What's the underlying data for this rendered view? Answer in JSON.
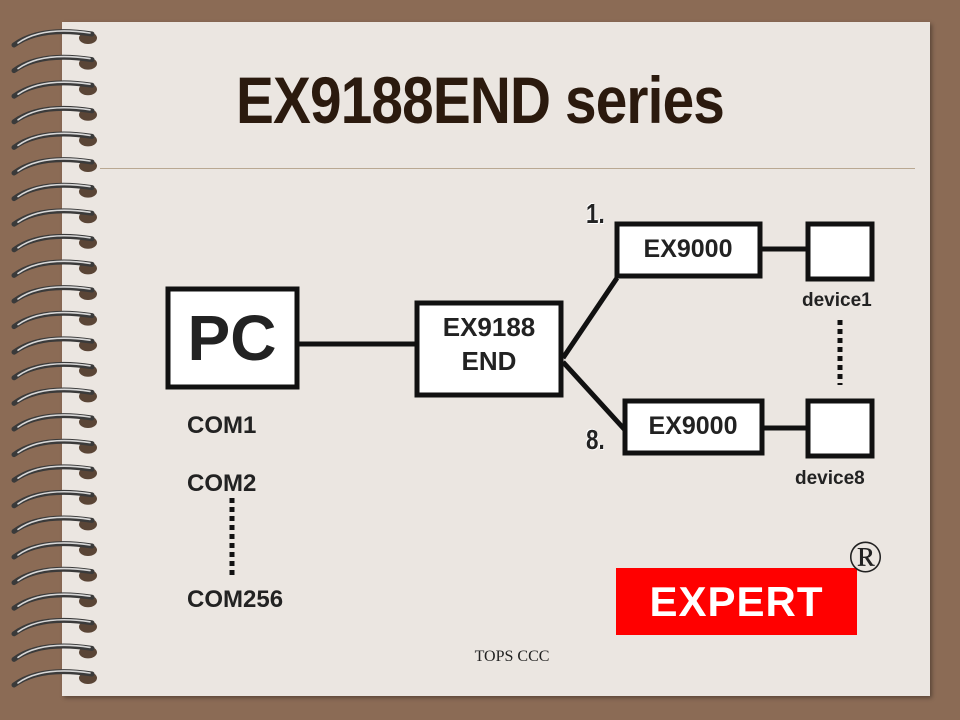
{
  "title": "EX9188END series",
  "nodes": {
    "pc": "PC",
    "converter_line1": "EX9188",
    "converter_line2": "END",
    "module_top": "EX9000",
    "module_bottom": "EX9000"
  },
  "branch_labels": {
    "first": "1.",
    "last": "8."
  },
  "ports": [
    "COM1",
    "COM2",
    "COM256"
  ],
  "devices": {
    "first": "device1",
    "last": "device8"
  },
  "logo": {
    "text": "EXPERT",
    "mark": "®",
    "color": "#ff0000"
  },
  "footer": "TOPS CCC"
}
